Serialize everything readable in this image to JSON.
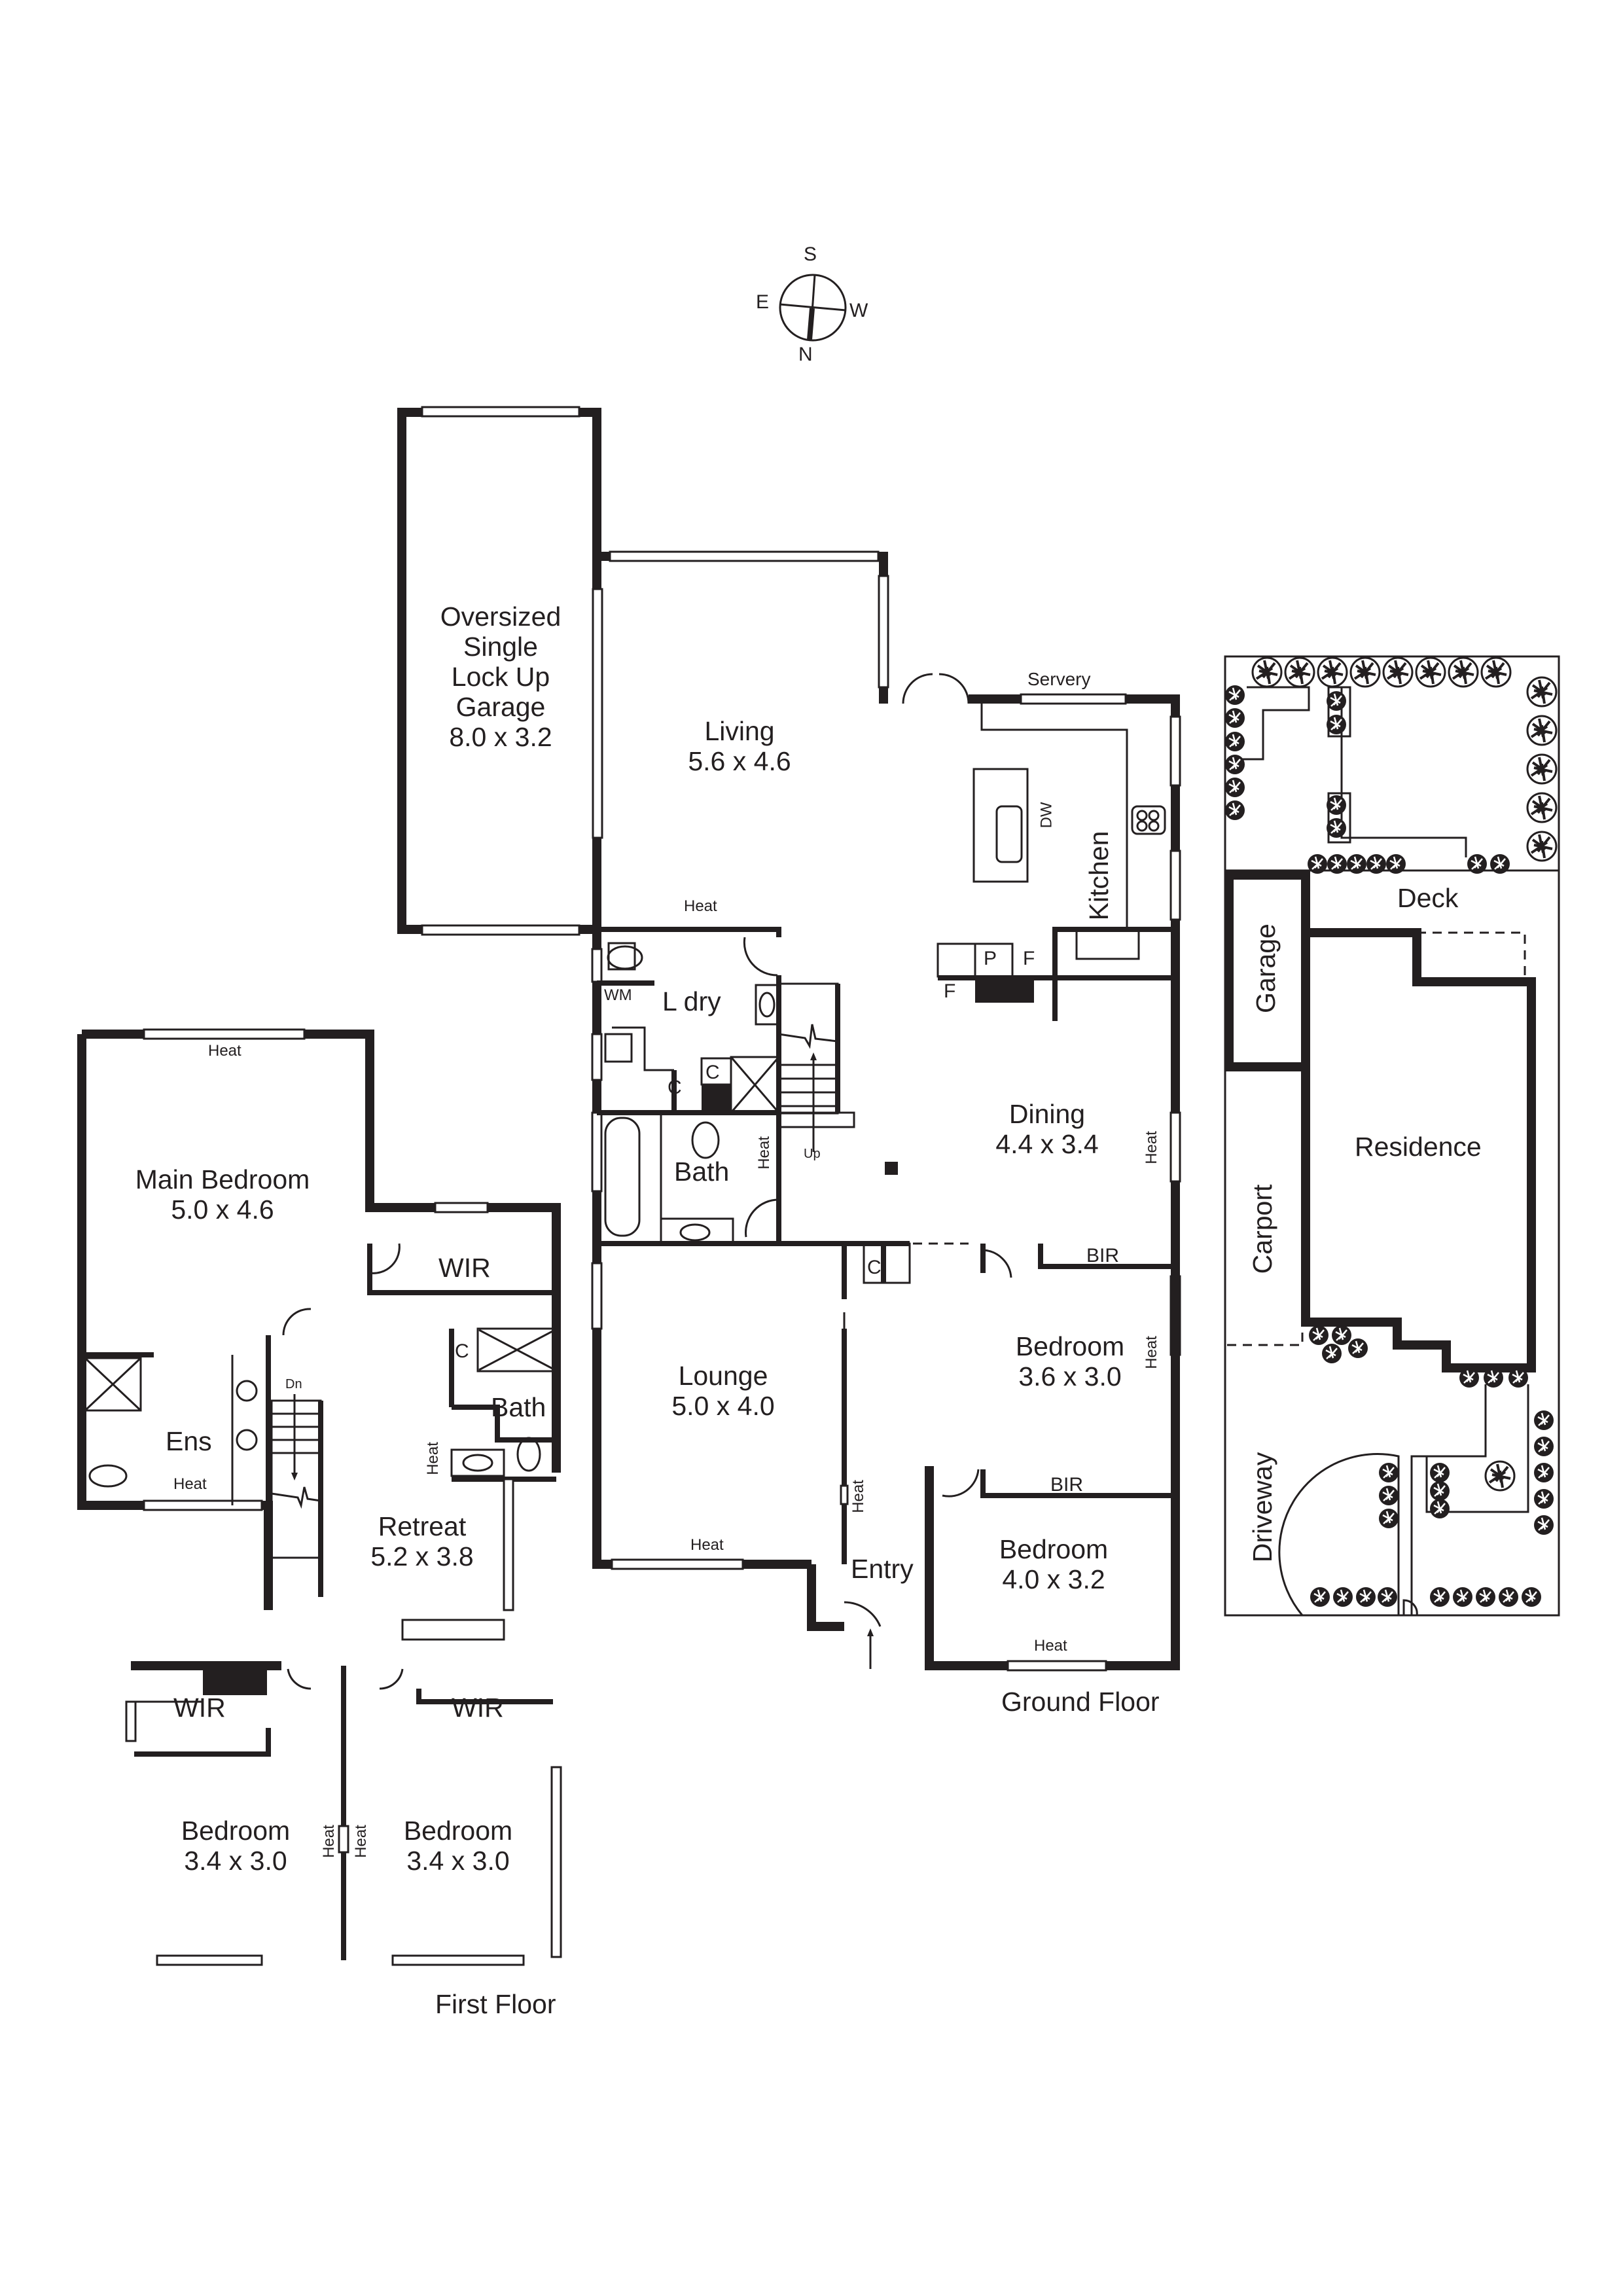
{
  "compass": {
    "north": "N",
    "south": "S",
    "east": "E",
    "west": "W"
  },
  "ground_floor": {
    "title": "Ground Floor",
    "rooms": {
      "garage": {
        "name": "Oversized\nSingle\nLock Up\nGarage",
        "line1": "Oversized",
        "line2": "Single",
        "line3": "Lock Up",
        "line4": "Garage",
        "dims": "8.0 x 3.2"
      },
      "living": {
        "name": "Living",
        "dims": "5.6 x 4.6"
      },
      "servery": {
        "name": "Servery"
      },
      "kitchen": {
        "name": "Kitchen",
        "dw": "DW"
      },
      "laundry": {
        "name": "L dry",
        "wm": "WM",
        "heat": "Heat"
      },
      "bath": {
        "name": "Bath",
        "heat": "Heat",
        "up": "Up"
      },
      "dining": {
        "name": "Dining",
        "dims": "4.4 x 3.4",
        "heat": "Heat"
      },
      "lounge": {
        "name": "Lounge",
        "dims": "5.0 x 4.0",
        "heat_bottom": "Heat",
        "heat_side": "Heat"
      },
      "bedroom1": {
        "name": "Bedroom",
        "dims": "3.6 x 3.0",
        "bir": "BIR",
        "heat": "Heat"
      },
      "bedroom2": {
        "name": "Bedroom",
        "dims": "4.0 x 3.2",
        "bir": "BIR",
        "heat": "Heat"
      },
      "entry": {
        "name": "Entry"
      }
    },
    "cupboards": {
      "c1": "C",
      "c2": "C",
      "c3": "C",
      "pantry": "P",
      "fridge1": "F",
      "fridge2": "F"
    }
  },
  "first_floor": {
    "title": "First Floor",
    "rooms": {
      "main_bedroom": {
        "name": "Main Bedroom",
        "dims": "5.0 x 4.6",
        "heat": "Heat"
      },
      "wir_main": {
        "name": "WIR"
      },
      "ensuite": {
        "name": "Ens",
        "heat": "Heat"
      },
      "bath": {
        "name": "Bath",
        "heat": "Heat",
        "c": "C"
      },
      "retreat": {
        "name": "Retreat",
        "dims": "5.2 x 3.8",
        "dn": "Dn"
      },
      "bedroom_left": {
        "name": "Bedroom",
        "dims": "3.4 x 3.0",
        "wir": "WIR",
        "heat": "Heat"
      },
      "bedroom_right": {
        "name": "Bedroom",
        "dims": "3.4 x 3.0",
        "wir": "WIR",
        "heat": "Heat"
      }
    }
  },
  "site_plan": {
    "deck": "Deck",
    "garage": "Garage",
    "residence": "Residence",
    "carport": "Carport",
    "driveway": "Driveway"
  }
}
